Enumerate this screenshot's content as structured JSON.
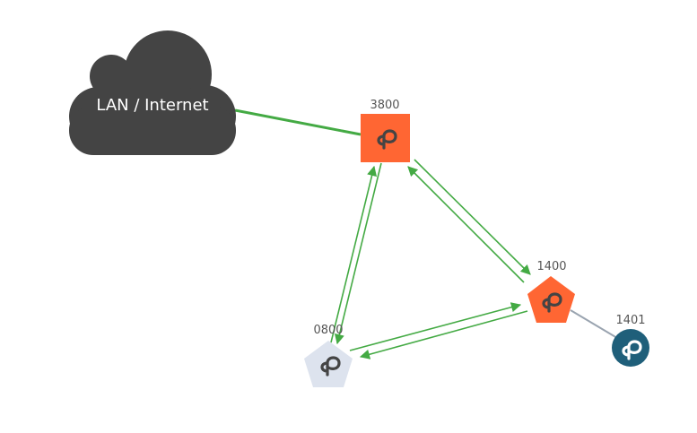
{
  "colors": {
    "background": "#ffffff",
    "cloud": "#444444",
    "primary_node": "#ff6633",
    "secondary_node": "#dde3ee",
    "endpoint_node": "#1f5f7a",
    "link_active": "#44aa44",
    "link_passive": "#9aa4b0",
    "node_label": "#555555"
  },
  "network": {
    "cloud": {
      "label": "LAN / Internet"
    },
    "nodes": [
      {
        "id": "3800",
        "label": "3800",
        "shape": "square",
        "color": "primary_node",
        "icon": "device-logo-icon"
      },
      {
        "id": "1400",
        "label": "1400",
        "shape": "pentagon",
        "color": "primary_node",
        "icon": "device-logo-icon"
      },
      {
        "id": "0800",
        "label": "0800",
        "shape": "pentagon",
        "color": "secondary_node",
        "icon": "device-logo-icon"
      },
      {
        "id": "1401",
        "label": "1401",
        "shape": "circle",
        "color": "endpoint_node",
        "icon": "device-logo-icon"
      }
    ],
    "links": [
      {
        "from": "cloud",
        "to": "3800",
        "type": "uplink"
      },
      {
        "from": "3800",
        "to": "1400",
        "type": "bidirectional"
      },
      {
        "from": "3800",
        "to": "0800",
        "type": "bidirectional"
      },
      {
        "from": "1400",
        "to": "0800",
        "type": "bidirectional"
      },
      {
        "from": "1400",
        "to": "1401",
        "type": "passive"
      }
    ]
  }
}
